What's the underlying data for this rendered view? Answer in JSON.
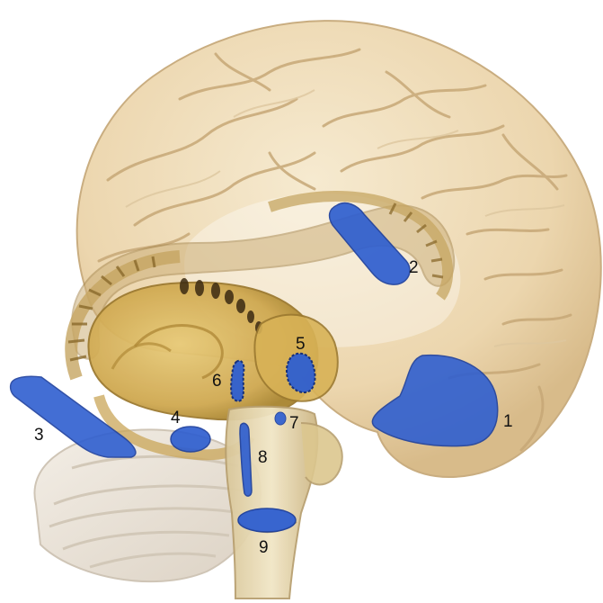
{
  "labels": {
    "region_1": "1",
    "region_2": "2",
    "region_3": "3",
    "region_4": "4",
    "region_5": "5",
    "region_6": "6",
    "region_7": "7",
    "region_8": "8",
    "region_9": "9"
  },
  "colors": {
    "highlight": "#2f5fd0",
    "highlight_edge": "#1c3f9e",
    "cortex": "#efdcb8",
    "cortex_shadow": "#c9ad80",
    "deep_structures": "#d9b560",
    "deep_shadow": "#9c7a30",
    "cerebellum": "#ece6dc",
    "brainstem": "#e6d6ae",
    "label_text": "#111111"
  }
}
